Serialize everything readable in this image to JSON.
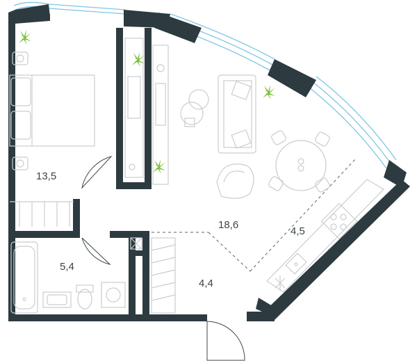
{
  "rooms": [
    {
      "id": "bedroom",
      "area": "13,5"
    },
    {
      "id": "living",
      "area": "18,6"
    },
    {
      "id": "kitchen",
      "area": "4,5"
    },
    {
      "id": "bathroom",
      "area": "5,4"
    },
    {
      "id": "hall",
      "area": "4,4"
    }
  ],
  "colors": {
    "wall": "#2d3b40",
    "window": "#7fc6e3",
    "furniture": "#c9cdcf",
    "plant": "#7bbf3a"
  },
  "icons": [
    "plant-icon",
    "bed-icon",
    "sofa-icon",
    "dining-table-icon",
    "armchair-icon",
    "bathtub-icon",
    "toilet-icon",
    "sink-icon",
    "washing-machine-icon",
    "stove-icon"
  ]
}
